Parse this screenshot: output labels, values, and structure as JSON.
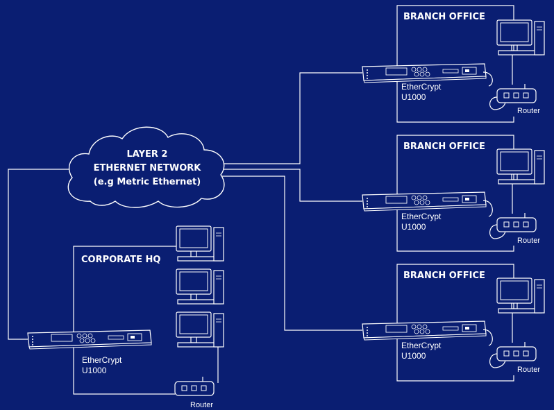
{
  "cloud": {
    "line1": "LAYER 2",
    "line2": "ETHERNET NETWORK",
    "line3": "(e.g Metric Ethernet)"
  },
  "hq": {
    "title": "CORPORATE HQ",
    "device_line1": "EtherCrypt",
    "device_line2": "U1000",
    "router": "Router"
  },
  "branches": [
    {
      "title": "BRANCH OFFICE",
      "device_line1": "EtherCrypt",
      "device_line2": "U1000",
      "router": "Router"
    },
    {
      "title": "BRANCH OFFICE",
      "device_line1": "EtherCrypt",
      "device_line2": "U1000",
      "router": "Router"
    },
    {
      "title": "BRANCH OFFICE",
      "device_line1": "EtherCrypt",
      "device_line2": "U1000",
      "router": "Router"
    }
  ],
  "colors": {
    "background": "#0a1e72",
    "line": "#ffffff"
  }
}
